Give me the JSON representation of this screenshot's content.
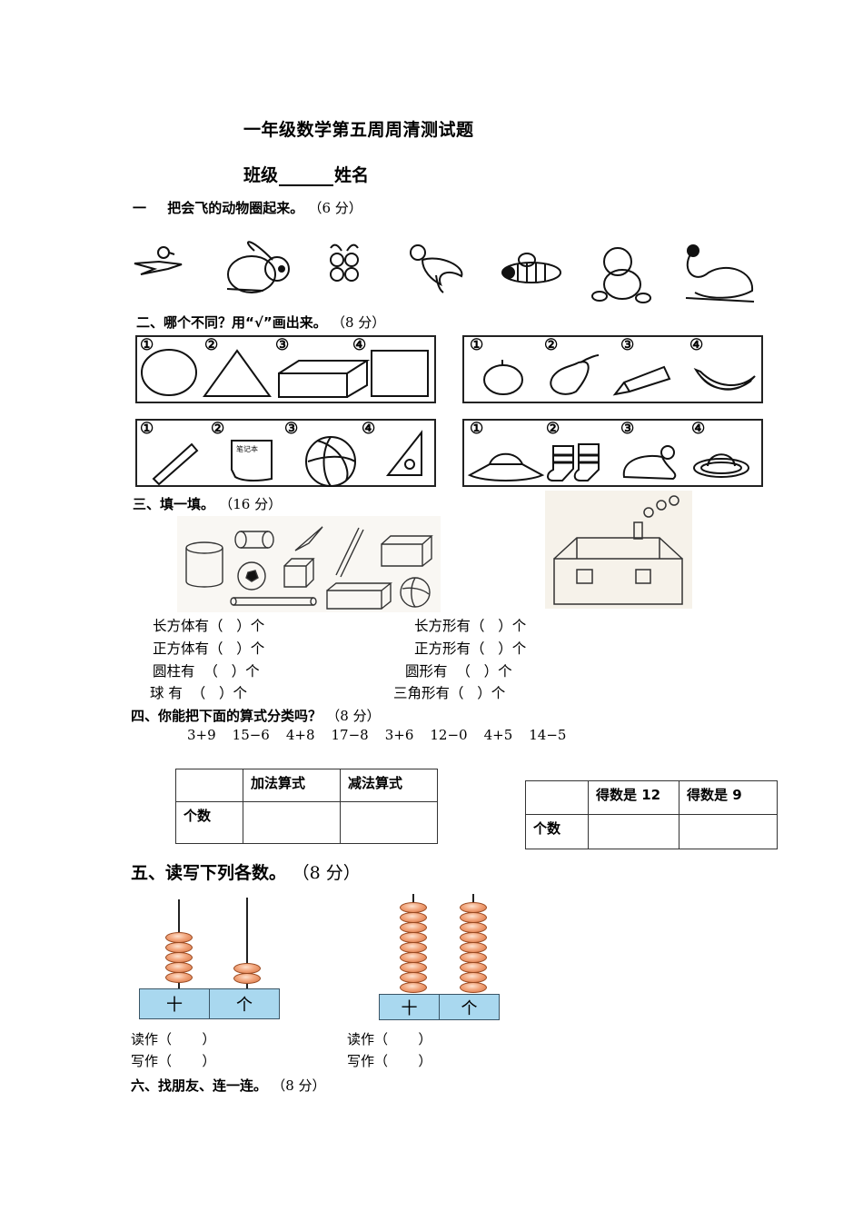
{
  "header": {
    "title": "一年级数学第五周周清测试题",
    "class_label": "班级",
    "name_label": "姓名"
  },
  "q1": {
    "prefix": "一",
    "text": "把会飞的动物圈起来。",
    "score": "（6 分）",
    "animals": [
      "bird",
      "rabbit",
      "butterfly",
      "chick-with-leaf",
      "bee",
      "teddy-bear",
      "swan"
    ]
  },
  "q2": {
    "title": "二、哪个不同？用“√”画出来。",
    "score": "（8 分）",
    "groups": [
      {
        "items": [
          {
            "n": "①",
            "label": "circle"
          },
          {
            "n": "②",
            "label": "triangle"
          },
          {
            "n": "③",
            "label": "cuboid"
          },
          {
            "n": "④",
            "label": "square"
          }
        ]
      },
      {
        "items": [
          {
            "n": "①",
            "label": "apple"
          },
          {
            "n": "②",
            "label": "pear"
          },
          {
            "n": "③",
            "label": "pencil"
          },
          {
            "n": "④",
            "label": "banana"
          }
        ]
      },
      {
        "items": [
          {
            "n": "①",
            "label": "ruler"
          },
          {
            "n": "②",
            "label": "notebook"
          },
          {
            "n": "③",
            "label": "basketball"
          },
          {
            "n": "④",
            "label": "set-square"
          }
        ]
      },
      {
        "items": [
          {
            "n": "①",
            "label": "sun-hat"
          },
          {
            "n": "②",
            "label": "socks"
          },
          {
            "n": "③",
            "label": "knit-cap"
          },
          {
            "n": "④",
            "label": "straw-hat"
          }
        ]
      }
    ],
    "notebook_text": "笔记本"
  },
  "q3": {
    "title": "三、填一填。",
    "score": "（16 分）",
    "left": [
      "长方体有（   ）个",
      "正方体有（   ）个",
      "圆柱有  （   ）个",
      "球 有  （   ）个"
    ],
    "right": [
      "长方形有（   ）个",
      "正方形有（   ）个",
      "圆形有  （   ）个",
      "三角形有（   ）个"
    ]
  },
  "q4": {
    "title": "四、你能把下面的算式分类吗？",
    "score": "（8 分）",
    "expressions": [
      "3+9",
      "15−6",
      "4+8",
      "17−8",
      "3+6",
      "12−0",
      "4+5",
      "14−5"
    ],
    "table1": {
      "headers": [
        "",
        "加法算式",
        "减法算式"
      ],
      "row_label": "个数"
    },
    "table2": {
      "headers": [
        "",
        "得数是 12",
        "得数是 9"
      ],
      "row_label": "个数"
    }
  },
  "q5": {
    "title": "五、读写下列各数。",
    "score": "（8 分）",
    "abacus": [
      {
        "tens_label": "十",
        "ones_label": "个",
        "tens_beads": 5,
        "ones_beads": 2
      },
      {
        "tens_label": "十",
        "ones_label": "个",
        "tens_beads": 9,
        "ones_beads": 9
      }
    ],
    "read_label": "读作（       ）",
    "write_label": "写作（       ）"
  },
  "q6": {
    "title": "六、找朋友、连一连。",
    "score": "（8 分）"
  }
}
